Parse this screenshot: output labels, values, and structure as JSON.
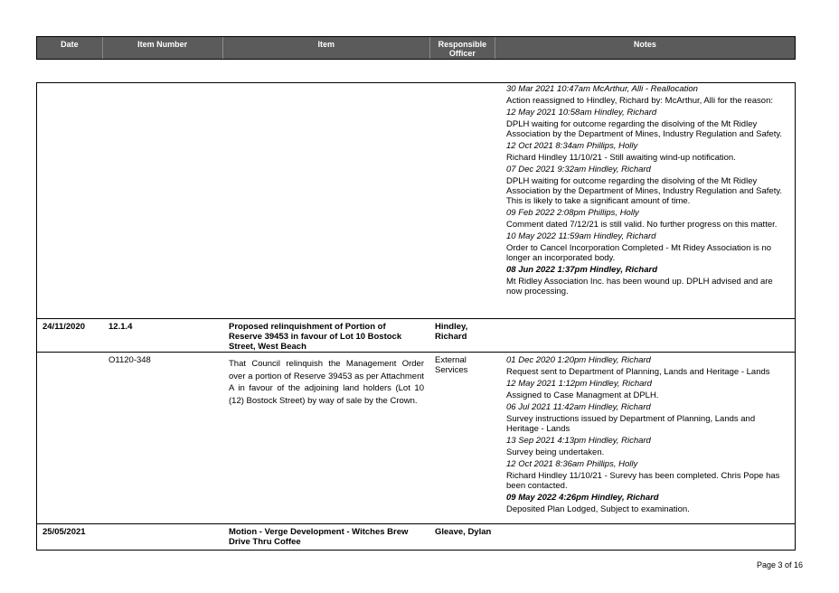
{
  "header": {
    "date": "Date",
    "item_number": "Item Number",
    "item": "Item",
    "officer": "Responsible Officer",
    "notes": "Notes"
  },
  "block1": {
    "notes": [
      {
        "ts": "30 Mar 2021 10:47am McArthur, Alli - Reallocation",
        "text": "Action reassigned to Hindley, Richard by: McArthur, Alli for the reason:"
      },
      {
        "ts": "12 May 2021 10:58am Hindley, Richard",
        "text": "DPLH waiting for outcome regarding the disolving of the Mt Ridley Association by the Department of Mines, Industry Regulation and Safety."
      },
      {
        "ts": "12 Oct 2021 8:34am Phillips, Holly",
        "text": "Richard Hindley 11/10/21 - Still awaiting wind-up notification."
      },
      {
        "ts": "07 Dec 2021 9:32am Hindley, Richard",
        "text": "DPLH waiting for outcome regarding the disolving of the Mt Ridley Association by the Department of Mines, Industry Regulation and Safety. This is likely to take a significant amount of time."
      },
      {
        "ts": "09 Feb 2022 2:08pm Phillips, Holly",
        "text": "Comment dated 7/12/21 is still valid. No further progress on this matter."
      },
      {
        "ts": "10 May 2022 11:59am Hindley, Richard",
        "text": "Order to Cancel Incorporation Completed - Mt Ridey Association is no longer an incorporated body."
      },
      {
        "ts": "08 Jun 2022 1:37pm Hindley, Richard",
        "text": "Mt Ridley Association Inc. has been wound up. DPLH advised and are now processing."
      }
    ]
  },
  "item2": {
    "date": "24/11/2020",
    "number": "12.1.4",
    "title": "Proposed relinquishment of Portion of Reserve 39453 in favour of Lot 10 Bostock Street, West Beach",
    "officer": "Hindley, Richard",
    "ref": "O1120-348",
    "resolution": "That Council relinquish the Management Order over a portion of Reserve 39453 as per Attachment A in favour of the adjoining land holders (Lot 10 (12) Bostock Street) by way of sale by the Crown.",
    "officer2": "External Services",
    "notes": [
      {
        "ts": "01 Dec 2020 1:20pm Hindley, Richard",
        "text": "Request sent to Department of Planning, Lands and Heritage - Lands"
      },
      {
        "ts": "12 May 2021 1:12pm Hindley, Richard",
        "text": "Assigned to Case Managment at DPLH."
      },
      {
        "ts": "06 Jul 2021 11:42am Hindley, Richard",
        "text": "Survey instructions issued by Department of Planning, Lands and Heritage - Lands"
      },
      {
        "ts": "13 Sep 2021 4:13pm Hindley, Richard",
        "text": "Survey being undertaken."
      },
      {
        "ts": "12 Oct 2021 8:36am Phillips, Holly",
        "text": "Richard Hindley 11/10/21 - Surevy has been completed. Chris Pope has been contacted."
      },
      {
        "ts": "09 May 2022 4:26pm Hindley, Richard",
        "text": "Deposited Plan Lodged, Subject to examination."
      }
    ]
  },
  "item3": {
    "date": "25/05/2021",
    "title": "Motion - Verge Development - Witches Brew Drive Thru Coffee",
    "officer": "Gleave, Dylan"
  },
  "footer": {
    "page": "Page 3 of 16"
  }
}
